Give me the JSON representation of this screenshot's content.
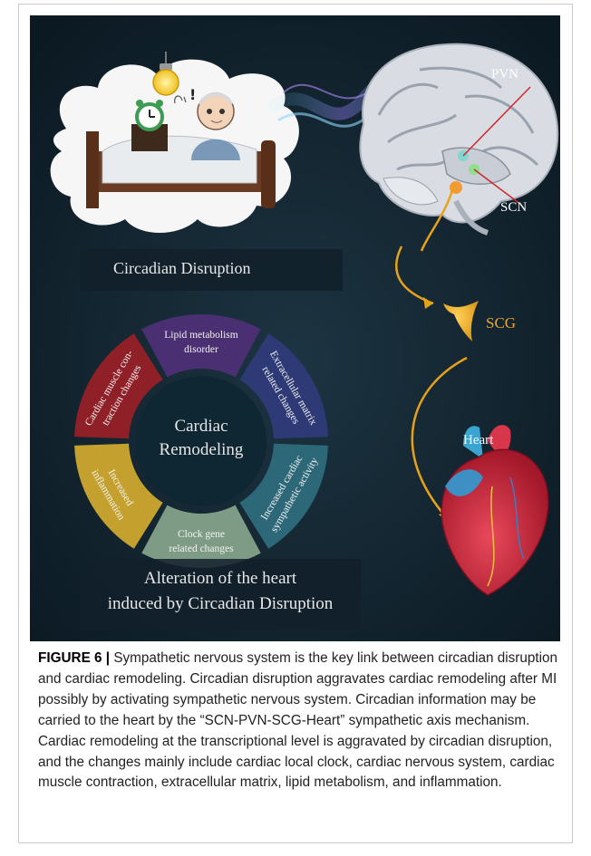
{
  "labels": {
    "pvn": "PVN",
    "scn": "SCN",
    "scg": "SCG",
    "heart": "Heart",
    "circadian": "Circadian Disruption",
    "center_line1": "Cardiac",
    "center_line2": "Remodeling",
    "alteration_line1": "Alteration of the heart",
    "alteration_line2": "induced by Circadian Disruption"
  },
  "segments": [
    {
      "lines": [
        "Lipid metabolism",
        "disorder"
      ],
      "color": "#4a2f72"
    },
    {
      "lines": [
        "Extracellular matrix",
        "related changes"
      ],
      "color": "#2d3a75"
    },
    {
      "lines": [
        "Increased cardiac",
        "sympathetic activity"
      ],
      "color": "#2d6878"
    },
    {
      "lines": [
        "Clock gene",
        "related changes"
      ],
      "color": "#7e9c85"
    },
    {
      "lines": [
        "Increased",
        "inflammation"
      ],
      "color": "#c4a12f"
    },
    {
      "lines": [
        "Cardiac muscle con-",
        "traction changes"
      ],
      "color": "#8f2028"
    }
  ],
  "caption": {
    "figure_label": "FIGURE 6 |",
    "text": "Sympathetic nervous system is the key link between circadian disruption and cardiac remodeling. Circadian disruption aggravates cardiac remodeling after MI possibly by activating sympathetic nervous system. Circadian information may be carried to the heart by the “SCN-PVN-SCG-Heart” sympathetic axis mechanism. Cardiac remodeling at the transcriptional level is aggravated by circadian disruption, and the changes mainly include cardiac local clock, cardiac nervous system, cardiac muscle contraction, extracellular matrix, lipid metabolism, and inflammation."
  },
  "colors": {
    "background": "#0e1f2a",
    "arrow": "#e8a21a",
    "ring_center": "#0f2633"
  }
}
